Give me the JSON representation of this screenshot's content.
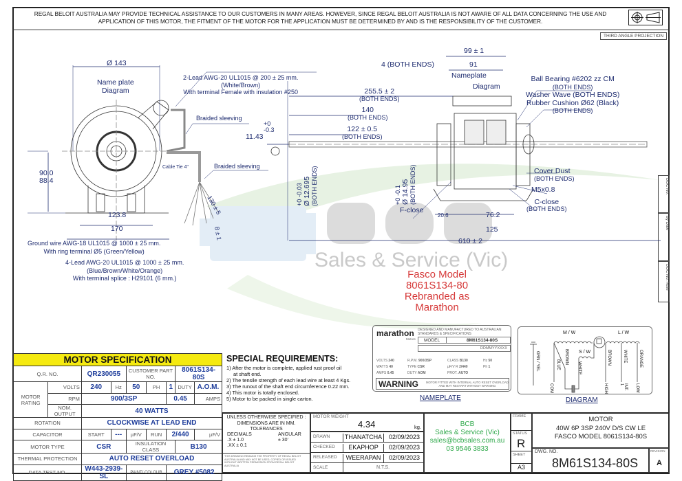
{
  "disclaimer": "REGAL BELOIT AUSTRALIA MAY PROVIDE TECHNICAL ASSISTANCE TO OUR CUSTOMERS IN MANY AREAS. HOWEVER, SINCE REGAL BELOIT AUSTRALIA IS NOT AWARE OF ALL DATA CONCERNING THE USE AND APPLICATION OF THIS MOTOR, THE FITMENT OF THE MOTOR FOR THE APPLICATION MUST BE DETERMINED BY AND IS THE RESPONSIBILITY OF THE CUSTOMER.",
  "projection_label": "THIRD ANGLE PROJECTION",
  "side_cells": [
    "DOC No.",
    "By Date",
    "DOC No. Note"
  ],
  "end_view": {
    "dia": "Ø 143",
    "nameplate_label": [
      "Name plate",
      "Diagram"
    ],
    "lead2": [
      "2-Lead AWG-20 UL1015 @ 200 ± 25 mm.",
      "(White/Brown)",
      "With terminal Female with insulation #250"
    ],
    "braided1": "Braided sleeving",
    "braided2": "Braided sleeving",
    "cable_tie": "Cable Tie 4\"",
    "h1": "90.0",
    "h2": "88.4",
    "w1": "123.8",
    "w2": "170",
    "d130": "130 ± 5",
    "d8": "8 ± 1",
    "ground": [
      "Ground wire AWG-18 UL1015 @ 1000 ± 25 mm.",
      "With ring terminal Ø5 (Green/Yellow)"
    ],
    "lead4": [
      "4-Lead AWG-20 UL1015 @ 1000 ± 25 mm.",
      "(Blue/Brown/White/Orange)",
      "With terminal splice : H29101 (6 mm.)"
    ]
  },
  "side_view": {
    "key_tol": [
      "+0",
      "-0.3"
    ],
    "key": "11.43",
    "shaft1_tol": [
      "+0",
      "-0.03"
    ],
    "shaft1": "Ø 12.695",
    "shaft2_tol": [
      "+0",
      "-0.1"
    ],
    "shaft2": "Ø 14.95",
    "both_ends": "(BOTH ENDS)",
    "d99": "99 ± 1",
    "d91": "91",
    "d4": "4  (BOTH ENDS)",
    "d255": "255.5  ± 2",
    "d140": "140",
    "d122": "122  ± 0.5",
    "nameplate": "Nameplate",
    "diagram": "Diagram",
    "ball_bearing": "Ball Bearing #6202 zz CM",
    "washer": "Washer Wave (BOTH ENDS)",
    "rubber": "Rubber Cushion Ø62 (Black)",
    "cover_dust": "Cover Dust",
    "m5": "M5x0.8",
    "c_close": "C-close",
    "f_close": "F-close",
    "d206": "20.6",
    "d762": "76.2",
    "d125": "125",
    "d610": "610  ± 2"
  },
  "watermark": {
    "logo": "BCB",
    "tagline": "Sales & Service (Vic)"
  },
  "rebrand_note": [
    "Fasco Model",
    "8061S134-80",
    "Rebranded as",
    "Marathon"
  ],
  "spec": {
    "title": "MOTOR SPECIFICATION",
    "qr_label": "Q.R. NO.",
    "qr": "QR230055",
    "cust_label": "CUSTOMER PART NO.",
    "cust": "8061S134-80S",
    "rating_label": "MOTOR RATING",
    "volts_label": "VOLTS",
    "volts": "240",
    "hz_label": "Hz",
    "hz": "50",
    "ph_label": "PH",
    "ph": "1",
    "duty_label": "DUTY",
    "duty": "A.O.M.",
    "rpm_label": "RPM",
    "rpm": "900/3SP",
    "amps": "0.45",
    "amps_label": "AMPS",
    "output_label": "NOM. OUTPUT",
    "output": "40 WATTS",
    "rotation_label": "ROTATION",
    "rotation": "CLOCKWISE AT LEAD END",
    "cap_label": "CAPACITOR",
    "start_label": "START",
    "start": "---",
    "unit": "µF/V",
    "run_label": "RUN",
    "run": "2/440",
    "type_label": "MOTOR TYPE",
    "type": "CSR",
    "ins_label": "INSULATION CLASS",
    "ins": "B130",
    "thermal_label": "THERMAL PROTECTION",
    "thermal": "AUTO RESET OVERLOAD",
    "test_label": "DATA TEST NO.",
    "test": "W443-2939-SL",
    "paint_label": "PAINT/ COLOUR",
    "paint": "GREY #5082"
  },
  "special": {
    "title": "SPECIAL REQUIREMENTS:",
    "items": [
      "1) After the motor is complete, applied rust proof oil",
      "    at shaft end.",
      "2) The tensile strength of each lead wire at least 4 Kgs.",
      "3) The runout of the shaft end circumference 0.22 mm.",
      "4) This motor is totally enclosed.",
      "5) Motor to be packed in single carton."
    ]
  },
  "nameplate": {
    "brand": "marathon",
    "brand_sub": "Motors",
    "designed": "DESIGNED AND MANUFACTURED TO AUSTRALIAN STANDARDS & SPECIFICATIONS",
    "model_label": "MODEL",
    "model": "8M61S134-80S",
    "date_code": "DDMMYYXXXX",
    "rows": [
      [
        "VOLTS",
        "240",
        "R.P.M.",
        "900/3SP",
        "CLASS",
        "B130",
        "Hz",
        "50"
      ],
      [
        "WATTS",
        "40",
        "TYPE",
        "CSR",
        "µF/V R",
        "2/440",
        "Ph",
        "1"
      ],
      [
        "AMPS",
        "0.45",
        "DUTY",
        "AOM",
        "PROT.",
        "AUTO",
        "",
        ""
      ]
    ],
    "warning": "WARNING",
    "warning_text": "MOTOR FITTED WITH INTERNAL AUTO RESET OVERLOAD AND MAY RESTART WITHOUT WARNING",
    "caption": "NAMEPLATE"
  },
  "diagram": {
    "mw": "M / W",
    "sw": "S / W",
    "lw": "L / W",
    "wires": [
      "GRN / YEL",
      "BLUE",
      "BROWN",
      "WHITE",
      "BROWN",
      "WHITE",
      "ORANGE"
    ],
    "terms": [
      "COM",
      "HIGH",
      "INT. 1",
      "LOW"
    ],
    "caption": "DIAGRAM"
  },
  "tolerance": {
    "line1": "UNLESS OTHERWISE SPECIFIED :",
    "line2": "DIMENSIONS ARE IN MM.",
    "line3": "TOLERANCES",
    "decimals": "DECIMALS",
    "angular": "ANGULAR",
    "x": ".X     ± 1.0",
    "xx": ".XX    ± 0.1",
    "ang": "±  30'",
    "property": "THIS DRAWING REMAINS THE PROPERTY OF REGAL BELOIT AUSTRALIA AND MAY NOT BE USED, COPIED OR ISSUED WITHOUT WRITTEN PERMISSION FROM REGAL BELOIT AUSTRALIA"
  },
  "weight": {
    "label": "MOTOR WEIGHT",
    "value": "4.34",
    "unit": "kg."
  },
  "approvals": [
    {
      "role": "DRAWN",
      "name": "THANATCHA",
      "date": "02/09/2023"
    },
    {
      "role": "CHECKED",
      "name": "EKAPHOP",
      "date": "02/09/2023"
    },
    {
      "role": "RELEASED",
      "name": "WEERAPAN",
      "date": "02/09/2023"
    }
  ],
  "scale": {
    "label": "SCALE",
    "value": "N.T.S."
  },
  "dealer": [
    "BCB",
    "Sales & Service (Vic)",
    "sales@bcbsales.com.au",
    "03 9546 3833"
  ],
  "frame_label": "FRAME",
  "status": {
    "label": "STATUS",
    "value": "R"
  },
  "sheet": {
    "label": "SHEET",
    "value": "A3"
  },
  "title": [
    "MOTOR",
    "40W 6P 3SP 240V D/S CW LE",
    "FASCO MODEL 8061S134-80S"
  ],
  "dwg": {
    "label": "DWG. NO.",
    "value": "8M61S134-80S"
  },
  "revision": {
    "label": "REVISION",
    "value": "A"
  }
}
